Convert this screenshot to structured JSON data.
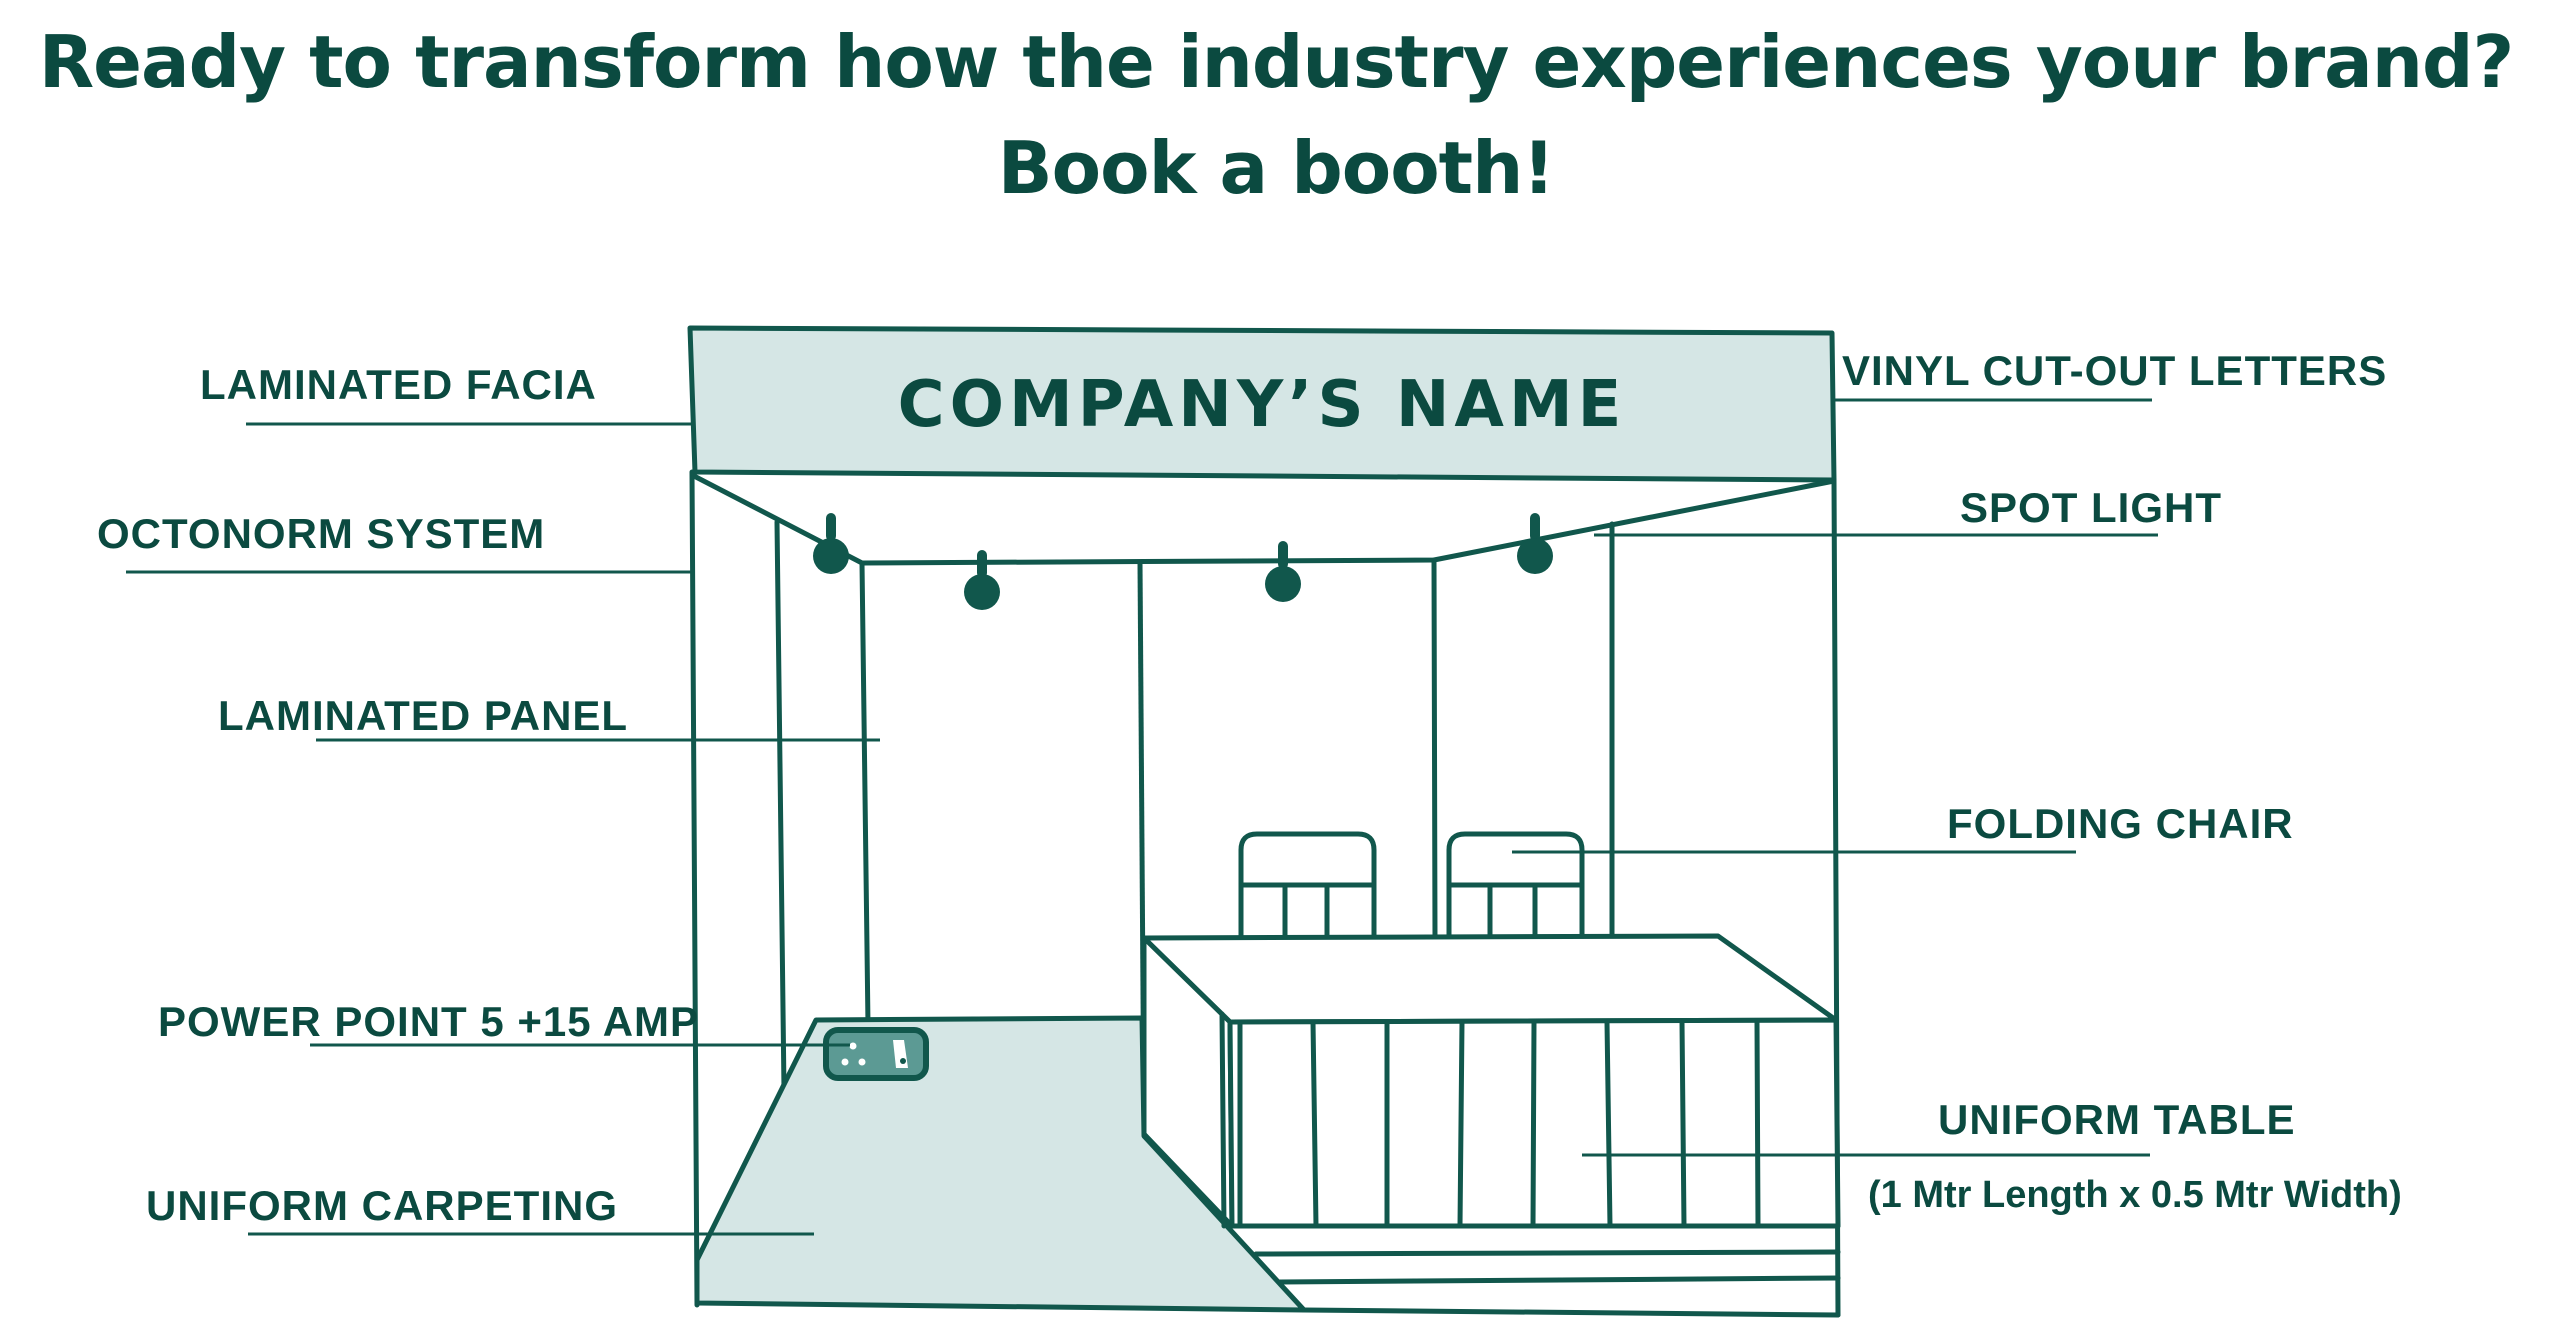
{
  "headline": {
    "line1": "Ready to transform how the industry experiences your brand?",
    "line2": "Book a booth!"
  },
  "facia": {
    "company_name": "COMPANY’S NAME"
  },
  "labels": {
    "laminated_facia": "LAMINATED FACIA",
    "octonorm_system": "OCTONORM SYSTEM",
    "laminated_panel": "LAMINATED PANEL",
    "power_point": "POWER POINT 5 +15 AMP",
    "uniform_carpeting": "UNIFORM CARPETING",
    "vinyl_letters": "VINYL CUT-OUT LETTERS",
    "spot_light": "SPOT LIGHT",
    "folding_chair": "FOLDING CHAIR",
    "uniform_table": "UNIFORM TABLE",
    "uniform_table_dims": "(1 Mtr Length x 0.5 Mtr Width)"
  },
  "colors": {
    "ink": "#0b4a40",
    "fill": "#d5e6e5",
    "line": "#11574c"
  }
}
